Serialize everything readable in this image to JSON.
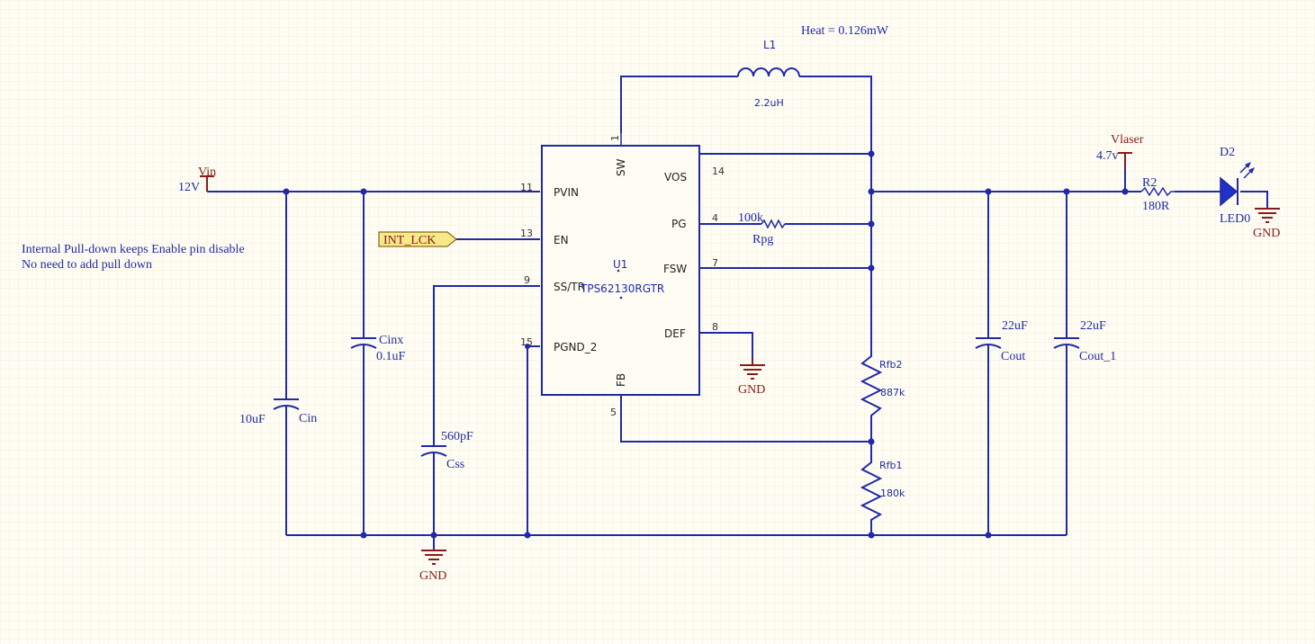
{
  "heat": "Heat = 0.126mW",
  "inductor": {
    "ref": "L1",
    "value": "2.2uH"
  },
  "vin": {
    "net": "Vin",
    "value": "12V"
  },
  "vlaser": {
    "net": "Vlaser",
    "value": "4.7v"
  },
  "note_lines": [
    "Internal Pull-down keeps Enable pin disable",
    "No need to add pull down"
  ],
  "int_lck": "INT_LCK",
  "ic": {
    "designator": "U1",
    "part": "TPS62130RGTR",
    "pins_left": [
      {
        "num": "11",
        "name": "PVIN"
      },
      {
        "num": "13",
        "name": "EN"
      },
      {
        "num": "9",
        "name": "SS/TR"
      },
      {
        "num": "15",
        "name": "PGND_2"
      }
    ],
    "pins_right": [
      {
        "num": "14",
        "name": "VOS"
      },
      {
        "num": "4",
        "name": "PG"
      },
      {
        "num": "7",
        "name": "FSW"
      },
      {
        "num": "8",
        "name": "DEF"
      }
    ],
    "pin_top": {
      "num": "1",
      "name": "SW"
    },
    "pin_bottom": {
      "num": "5",
      "name": "FB"
    }
  },
  "cin": {
    "ref": "Cin",
    "value": "10uF"
  },
  "cinx": {
    "ref": "Cinx",
    "value": "0.1uF"
  },
  "css": {
    "ref": "Css",
    "value": "560pF"
  },
  "rpg": {
    "ref": "Rpg",
    "value": "100k"
  },
  "rfb2": {
    "ref": "Rfb2",
    "value": "887k"
  },
  "rfb1": {
    "ref": "Rfb1",
    "value": "180k"
  },
  "cout": {
    "ref": "Cout",
    "value": "22uF"
  },
  "cout1": {
    "ref": "Cout_1",
    "value": "22uF"
  },
  "r2": {
    "ref": "R2",
    "value": "180R"
  },
  "led": {
    "ref": "D2",
    "value": "LED0"
  },
  "gnd_label": "GND"
}
